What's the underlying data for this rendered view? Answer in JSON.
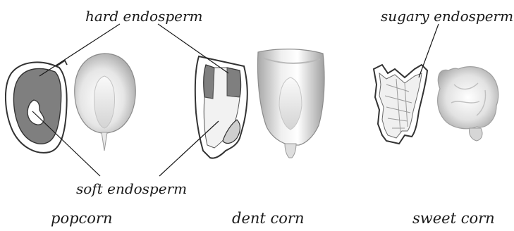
{
  "labels": {
    "hard_endosperm": "hard endosperm",
    "sugary_endosperm": "sugary endosperm",
    "soft_endosperm": "soft endosperm"
  },
  "kernels": {
    "popcorn": "popcorn",
    "dent_corn": "dent corn",
    "sweet_corn": "sweet corn"
  },
  "colors": {
    "hard_endosperm": "#7f7f7f",
    "soft_endosperm": "#ffffff",
    "outline": "#333333",
    "kernel_light": "#f4f4f4",
    "kernel_shadow": "#9a9a9a"
  }
}
